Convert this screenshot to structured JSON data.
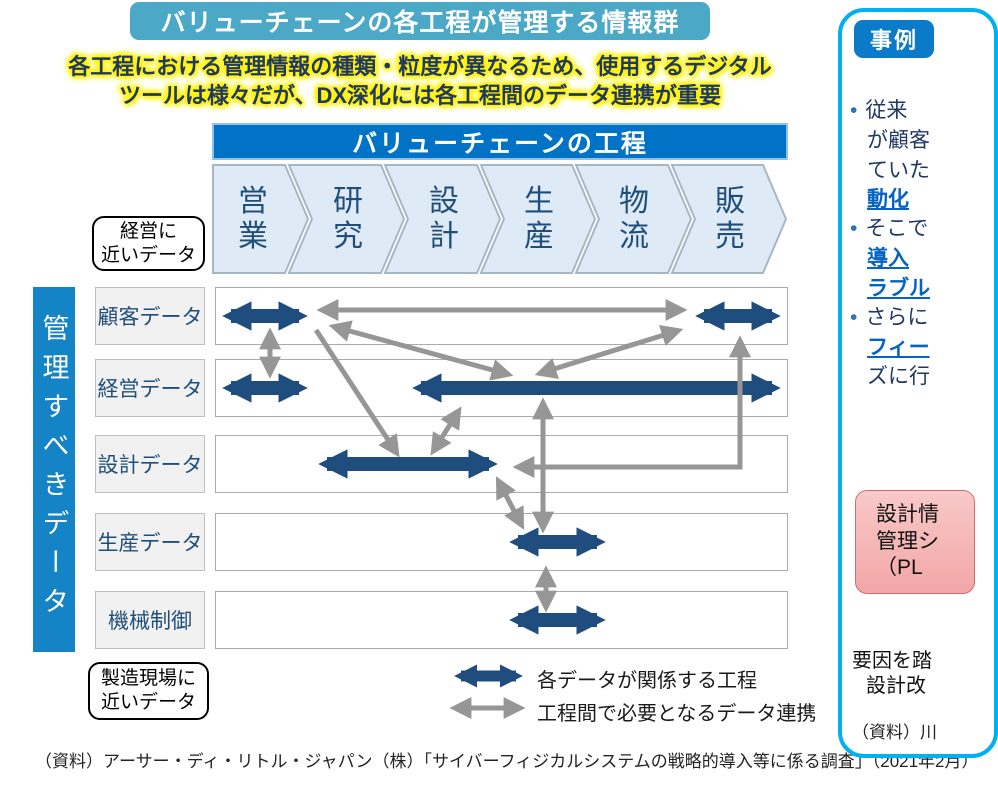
{
  "header": {
    "title": "バリューチェーンの各工程が管理する情報群",
    "subtitle_line1": "各工程における管理情報の種類・粒度が異なるため、使用するデジタル",
    "subtitle_line2": "ツールは様々だが、DX深化には各工程間のデータ連携が重要"
  },
  "diagram": {
    "process_header": "バリューチェーンの工程",
    "processes": [
      {
        "label": "営業"
      },
      {
        "label": "研究"
      },
      {
        "label": "設計"
      },
      {
        "label": "生産"
      },
      {
        "label": "物流"
      },
      {
        "label": "販売"
      }
    ],
    "axis_label": "管理すべきデータ",
    "top_note": "経営に\n近いデータ",
    "bottom_note": "製造現場に\n近いデータ",
    "rows": [
      {
        "label": "顧客データ"
      },
      {
        "label": "経営データ"
      },
      {
        "label": "設計データ"
      },
      {
        "label": "生産データ"
      },
      {
        "label": "機械制御"
      }
    ],
    "relations": {
      "process_coverage": [
        {
          "data": "顧客データ",
          "processes": [
            "営業",
            "販売"
          ]
        },
        {
          "data": "経営データ",
          "processes": [
            "営業",
            "設計〜販売"
          ]
        },
        {
          "data": "設計データ",
          "processes": [
            "研究〜設計"
          ]
        },
        {
          "data": "生産データ",
          "processes": [
            "生産"
          ]
        },
        {
          "data": "機械制御",
          "processes": [
            "生産"
          ]
        }
      ],
      "linkages": [
        "顧客データ(営業)⇔顧客データ(販売)",
        "顧客データ(営業)⇔経営データ(営業)",
        "顧客データ(営業)⇔経営データ(生産付近)",
        "経営データ(生産付近)⇔顧客データ(販売)",
        "顧客データ(営業)→設計データ",
        "設計データ⇔経営データ",
        "経営データ⇔生産データ",
        "設計データ⇔生産データ",
        "顧客データ(販売)⇔設計データ",
        "生産データ⇔機械制御"
      ]
    }
  },
  "legend": {
    "items": [
      {
        "label": "各データが関係する工程",
        "color": "#1F4E7E"
      },
      {
        "label": "工程間で必要となるデータ連携",
        "color": "#969696"
      }
    ]
  },
  "footer": {
    "source": "（資料）アーサー・ディ・リトル・ジャパン（株）「サイバーフィジカルシステムの戦略的導入等に係る調査」（2021年2月）"
  },
  "case_panel": {
    "badge": "事例",
    "lines": [
      {
        "text": "従来",
        "bullet": true
      },
      {
        "text": "が顧客"
      },
      {
        "text": "ていた"
      },
      {
        "text": "動化",
        "link": true
      },
      {
        "text": "そこで",
        "bullet": true
      },
      {
        "text": "導入",
        "link": true
      },
      {
        "text": "ラブル",
        "link": true
      },
      {
        "text": "さらに",
        "bullet": true
      },
      {
        "text": "フィー",
        "link": true
      },
      {
        "text": "ズに行"
      }
    ],
    "pink_box_lines": [
      "設計情",
      "管理シ",
      "（PL"
    ],
    "note_line1": "要因を踏",
    "note_line2": "設計改",
    "source": "（資料）川"
  },
  "colors": {
    "title_banner": "#4BA8C6",
    "process_banner": "#0073C6",
    "chevron_fill": "#DEEAF6",
    "axis_bar": "#1484C7",
    "blue_arrow": "#1F4E7E",
    "gray_arrow": "#969696",
    "panel_border": "#00B0F0",
    "highlight_glow": "#FFF200"
  }
}
